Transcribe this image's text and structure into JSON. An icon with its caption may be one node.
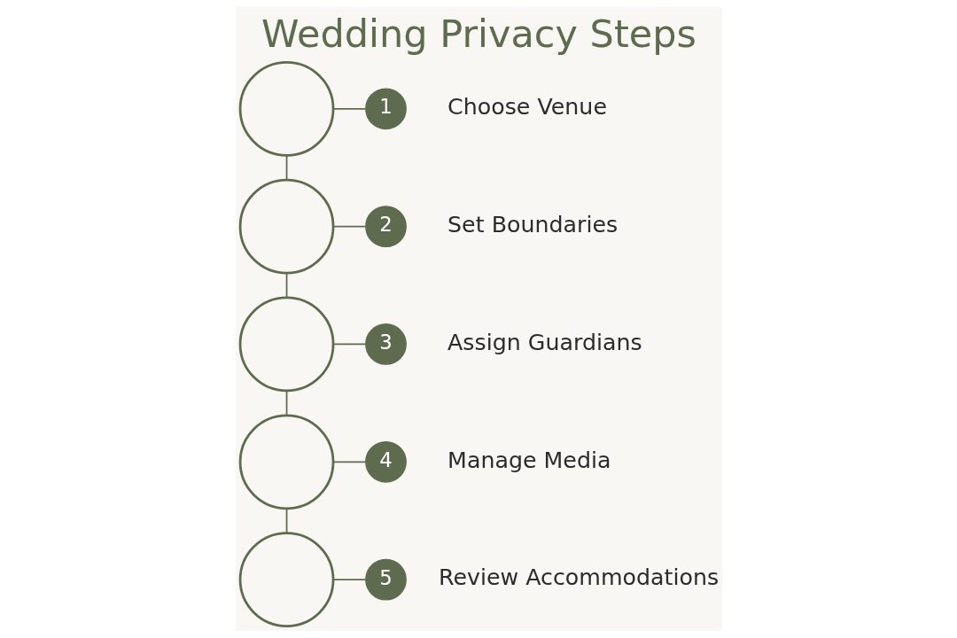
{
  "diagram": {
    "title": "Wedding Privacy Steps",
    "nodes": [
      {
        "text": [],
        "shape": "circle"
      },
      {
        "text": [
          "1"
        ],
        "beside": [
          "Choose Venue"
        ]
      },
      {
        "text": [],
        "shape": "circle"
      },
      {
        "text": [
          "2"
        ],
        "beside": [
          "Set Boundaries"
        ]
      },
      {
        "text": [],
        "shape": "circle"
      },
      {
        "text": [
          "3"
        ],
        "beside": [
          "Assign Guardians"
        ]
      },
      {
        "text": [],
        "shape": "circle"
      },
      {
        "text": [
          "4"
        ],
        "beside": [
          "Manage Media"
        ]
      },
      {
        "text": [],
        "shape": "circle"
      },
      {
        "text": [
          "5"
        ],
        "beside": [
          "Review Accommodations"
        ]
      }
    ],
    "edges": [
      {
        "from": 0,
        "to": 1,
        "arrow": "none"
      },
      {
        "from": 0,
        "to": 2,
        "arrow": "none"
      },
      {
        "from": 2,
        "to": 3,
        "arrow": "none"
      },
      {
        "from": 2,
        "to": 4,
        "arrow": "none"
      },
      {
        "from": 4,
        "to": 5,
        "arrow": "none"
      },
      {
        "from": 4,
        "to": 6,
        "arrow": "none"
      },
      {
        "from": 6,
        "to": 7,
        "arrow": "none"
      },
      {
        "from": 6,
        "to": 8,
        "arrow": "none"
      },
      {
        "from": 8,
        "to": 9,
        "arrow": "none"
      }
    ]
  }
}
